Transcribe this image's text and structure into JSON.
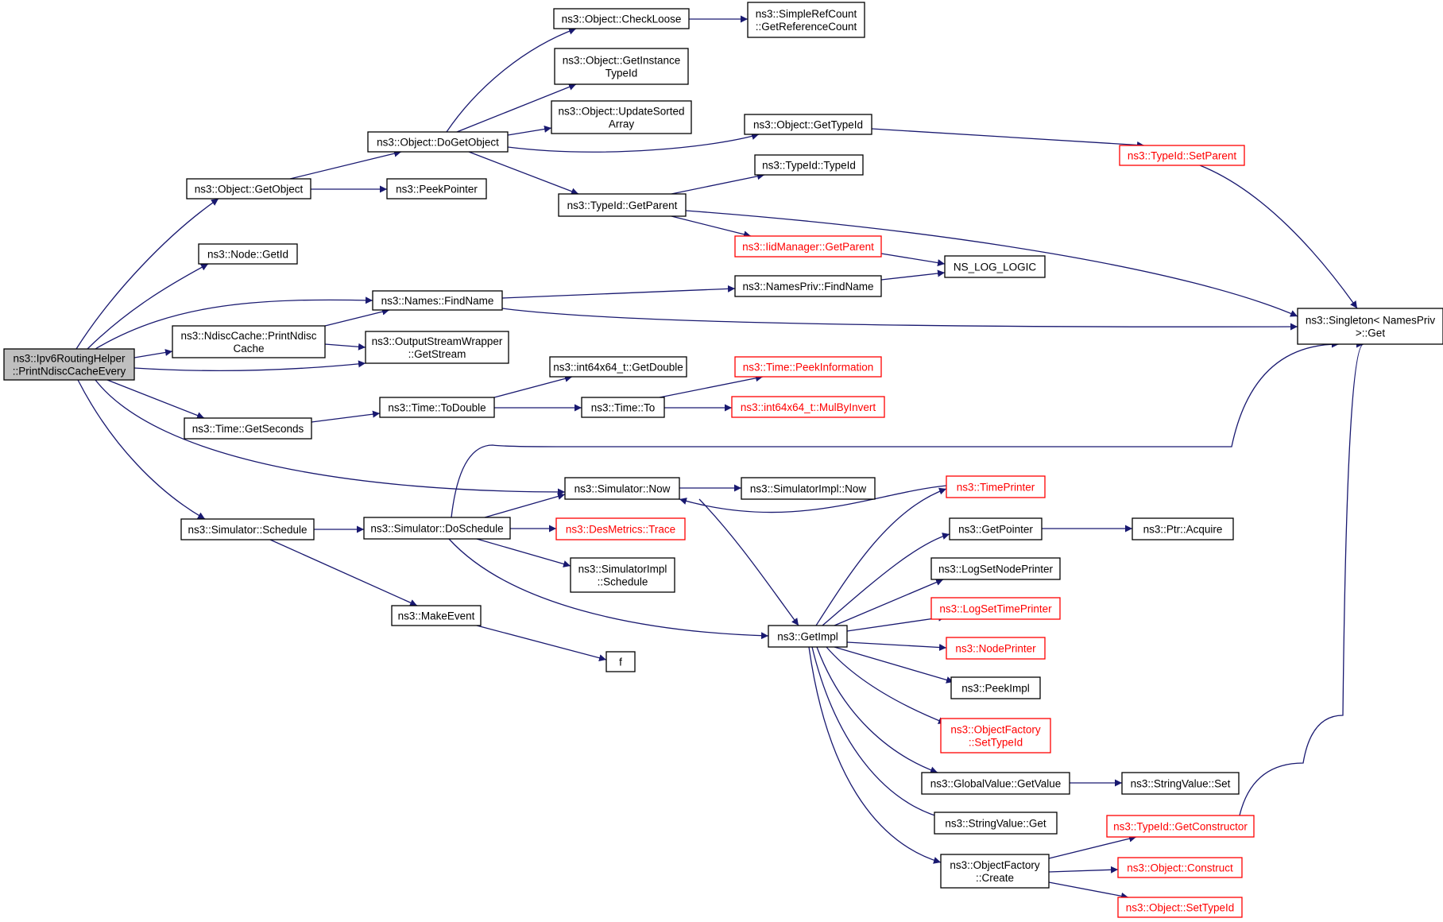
{
  "diagram": {
    "title": "",
    "legend_colors": {
      "edge": "#191970",
      "node_border": "#000000",
      "truncated_node_border": "#ff0000",
      "root_fill": "#bfbfbf"
    },
    "nodes": [
      {
        "id": "root",
        "lines": [
          "ns3::Ipv6RoutingHelper",
          "::PrintNdiscCacheEvery"
        ],
        "kind": "root"
      },
      {
        "id": "getobject",
        "lines": [
          "ns3::Object::GetObject"
        ],
        "kind": "normal"
      },
      {
        "id": "nodegetid",
        "lines": [
          "ns3::Node::GetId"
        ],
        "kind": "normal"
      },
      {
        "id": "namesfind",
        "lines": [
          "ns3::Names::FindName"
        ],
        "kind": "normal"
      },
      {
        "id": "ndisc",
        "lines": [
          "ns3::NdiscCache::PrintNdisc",
          "Cache"
        ],
        "kind": "normal"
      },
      {
        "id": "osw",
        "lines": [
          "ns3::OutputStreamWrapper",
          "::GetStream"
        ],
        "kind": "normal"
      },
      {
        "id": "getseconds",
        "lines": [
          "ns3::Time::GetSeconds"
        ],
        "kind": "normal"
      },
      {
        "id": "schedule",
        "lines": [
          "ns3::Simulator::Schedule"
        ],
        "kind": "normal"
      },
      {
        "id": "dogetobject",
        "lines": [
          "ns3::Object::DoGetObject"
        ],
        "kind": "normal"
      },
      {
        "id": "peekpointer",
        "lines": [
          "ns3::PeekPointer"
        ],
        "kind": "normal"
      },
      {
        "id": "checkloose",
        "lines": [
          "ns3::Object::CheckLoose"
        ],
        "kind": "normal"
      },
      {
        "id": "getinstance",
        "lines": [
          "ns3::Object::GetInstance",
          "TypeId"
        ],
        "kind": "normal"
      },
      {
        "id": "updatesorted",
        "lines": [
          "ns3::Object::UpdateSorted",
          "Array"
        ],
        "kind": "normal"
      },
      {
        "id": "typeidgetparent",
        "lines": [
          "ns3::TypeId::GetParent"
        ],
        "kind": "normal"
      },
      {
        "id": "simplerefcount",
        "lines": [
          "ns3::SimpleRefCount",
          "::GetReferenceCount"
        ],
        "kind": "normal"
      },
      {
        "id": "objgettypeid",
        "lines": [
          "ns3::Object::GetTypeId"
        ],
        "kind": "normal"
      },
      {
        "id": "typeidtypeid",
        "lines": [
          "ns3::TypeId::TypeId"
        ],
        "kind": "normal"
      },
      {
        "id": "iidmgr",
        "lines": [
          "ns3::IidManager::GetParent"
        ],
        "kind": "truncated"
      },
      {
        "id": "namesprivfind",
        "lines": [
          "ns3::NamesPriv::FindName"
        ],
        "kind": "normal"
      },
      {
        "id": "nslog",
        "lines": [
          "NS_LOG_LOGIC"
        ],
        "kind": "normal"
      },
      {
        "id": "setparent",
        "lines": [
          "ns3::TypeId::SetParent"
        ],
        "kind": "truncated"
      },
      {
        "id": "singleton",
        "lines": [
          "ns3::Singleton< NamesPriv",
          " >::Get"
        ],
        "kind": "normal"
      },
      {
        "id": "todouble",
        "lines": [
          "ns3::Time::ToDouble"
        ],
        "kind": "normal"
      },
      {
        "id": "getdouble",
        "lines": [
          "ns3::int64x64_t::GetDouble"
        ],
        "kind": "normal"
      },
      {
        "id": "timeto",
        "lines": [
          "ns3::Time::To"
        ],
        "kind": "normal"
      },
      {
        "id": "peekinfo",
        "lines": [
          "ns3::Time::PeekInformation"
        ],
        "kind": "truncated"
      },
      {
        "id": "mulbyinvert",
        "lines": [
          "ns3::int64x64_t::MulByInvert"
        ],
        "kind": "truncated"
      },
      {
        "id": "simnow",
        "lines": [
          "ns3::Simulator::Now"
        ],
        "kind": "normal"
      },
      {
        "id": "simimplnow",
        "lines": [
          "ns3::SimulatorImpl::Now"
        ],
        "kind": "normal"
      },
      {
        "id": "doschedule",
        "lines": [
          "ns3::Simulator::DoSchedule"
        ],
        "kind": "normal"
      },
      {
        "id": "desmetrics",
        "lines": [
          "ns3::DesMetrics::Trace"
        ],
        "kind": "truncated"
      },
      {
        "id": "simimplschedule",
        "lines": [
          "ns3::SimulatorImpl",
          "::Schedule"
        ],
        "kind": "normal"
      },
      {
        "id": "makeevent",
        "lines": [
          "ns3::MakeEvent"
        ],
        "kind": "normal"
      },
      {
        "id": "f",
        "lines": [
          "f"
        ],
        "kind": "normal"
      },
      {
        "id": "getimpl",
        "lines": [
          "ns3::GetImpl"
        ],
        "kind": "normal"
      },
      {
        "id": "timeprinter",
        "lines": [
          "ns3::TimePrinter"
        ],
        "kind": "truncated"
      },
      {
        "id": "getpointer",
        "lines": [
          "ns3::GetPointer"
        ],
        "kind": "normal"
      },
      {
        "id": "ptracquire",
        "lines": [
          "ns3::Ptr::Acquire"
        ],
        "kind": "normal"
      },
      {
        "id": "logsetnode",
        "lines": [
          "ns3::LogSetNodePrinter"
        ],
        "kind": "normal"
      },
      {
        "id": "logsettime",
        "lines": [
          "ns3::LogSetTimePrinter"
        ],
        "kind": "truncated"
      },
      {
        "id": "nodeprinter",
        "lines": [
          "ns3::NodePrinter"
        ],
        "kind": "truncated"
      },
      {
        "id": "peekimpl",
        "lines": [
          "ns3::PeekImpl"
        ],
        "kind": "normal"
      },
      {
        "id": "ofsettypeid",
        "lines": [
          "ns3::ObjectFactory",
          "::SetTypeId"
        ],
        "kind": "truncated"
      },
      {
        "id": "gvgetvalue",
        "lines": [
          "ns3::GlobalValue::GetValue"
        ],
        "kind": "normal"
      },
      {
        "id": "svset",
        "lines": [
          "ns3::StringValue::Set"
        ],
        "kind": "normal"
      },
      {
        "id": "svget",
        "lines": [
          "ns3::StringValue::Get"
        ],
        "kind": "normal"
      },
      {
        "id": "ofcreate",
        "lines": [
          "ns3::ObjectFactory",
          "::Create"
        ],
        "kind": "normal"
      },
      {
        "id": "getconstructor",
        "lines": [
          "ns3::TypeId::GetConstructor"
        ],
        "kind": "truncated"
      },
      {
        "id": "objconstruct",
        "lines": [
          "ns3::Object::Construct"
        ],
        "kind": "truncated"
      },
      {
        "id": "objsettypeid",
        "lines": [
          "ns3::Object::SetTypeId"
        ],
        "kind": "truncated"
      }
    ],
    "edges": [
      {
        "from": "root",
        "to": "getobject"
      },
      {
        "from": "root",
        "to": "nodegetid"
      },
      {
        "from": "root",
        "to": "namesfind"
      },
      {
        "from": "root",
        "to": "ndisc"
      },
      {
        "from": "root",
        "to": "osw"
      },
      {
        "from": "root",
        "to": "getseconds"
      },
      {
        "from": "root",
        "to": "simnow"
      },
      {
        "from": "root",
        "to": "schedule"
      },
      {
        "from": "getobject",
        "to": "dogetobject"
      },
      {
        "from": "getobject",
        "to": "peekpointer"
      },
      {
        "from": "dogetobject",
        "to": "checkloose"
      },
      {
        "from": "dogetobject",
        "to": "getinstance"
      },
      {
        "from": "dogetobject",
        "to": "updatesorted"
      },
      {
        "from": "dogetobject",
        "to": "objgettypeid"
      },
      {
        "from": "dogetobject",
        "to": "typeidgetparent"
      },
      {
        "from": "checkloose",
        "to": "simplerefcount"
      },
      {
        "from": "objgettypeid",
        "to": "setparent"
      },
      {
        "from": "setparent",
        "to": "singleton"
      },
      {
        "from": "typeidgetparent",
        "to": "typeidtypeid"
      },
      {
        "from": "typeidgetparent",
        "to": "iidmgr"
      },
      {
        "from": "typeidgetparent",
        "to": "singleton"
      },
      {
        "from": "iidmgr",
        "to": "nslog"
      },
      {
        "from": "namesfind",
        "to": "namesprivfind"
      },
      {
        "from": "namesfind",
        "to": "singleton"
      },
      {
        "from": "namesprivfind",
        "to": "nslog"
      },
      {
        "from": "ndisc",
        "to": "namesfind"
      },
      {
        "from": "ndisc",
        "to": "osw"
      },
      {
        "from": "getseconds",
        "to": "todouble"
      },
      {
        "from": "todouble",
        "to": "getdouble"
      },
      {
        "from": "todouble",
        "to": "timeto"
      },
      {
        "from": "timeto",
        "to": "peekinfo"
      },
      {
        "from": "timeto",
        "to": "mulbyinvert"
      },
      {
        "from": "schedule",
        "to": "doschedule"
      },
      {
        "from": "schedule",
        "to": "makeevent"
      },
      {
        "from": "makeevent",
        "to": "f"
      },
      {
        "from": "doschedule",
        "to": "singleton"
      },
      {
        "from": "doschedule",
        "to": "simnow"
      },
      {
        "from": "doschedule",
        "to": "desmetrics"
      },
      {
        "from": "doschedule",
        "to": "simimplschedule"
      },
      {
        "from": "doschedule",
        "to": "getimpl"
      },
      {
        "from": "simnow",
        "to": "simimplnow"
      },
      {
        "from": "simnow",
        "to": "getimpl"
      },
      {
        "from": "timeprinter",
        "to": "simnow"
      },
      {
        "from": "getimpl",
        "to": "timeprinter"
      },
      {
        "from": "getimpl",
        "to": "getpointer"
      },
      {
        "from": "getimpl",
        "to": "logsetnode"
      },
      {
        "from": "getimpl",
        "to": "logsettime"
      },
      {
        "from": "getimpl",
        "to": "nodeprinter"
      },
      {
        "from": "getimpl",
        "to": "peekimpl"
      },
      {
        "from": "getimpl",
        "to": "ofsettypeid"
      },
      {
        "from": "getimpl",
        "to": "gvgetvalue"
      },
      {
        "from": "getimpl",
        "to": "svget"
      },
      {
        "from": "getimpl",
        "to": "ofcreate"
      },
      {
        "from": "getpointer",
        "to": "ptracquire"
      },
      {
        "from": "gvgetvalue",
        "to": "svset"
      },
      {
        "from": "ofcreate",
        "to": "getconstructor"
      },
      {
        "from": "ofcreate",
        "to": "objconstruct"
      },
      {
        "from": "ofcreate",
        "to": "objsettypeid"
      },
      {
        "from": "getconstructor",
        "to": "singleton"
      }
    ]
  }
}
